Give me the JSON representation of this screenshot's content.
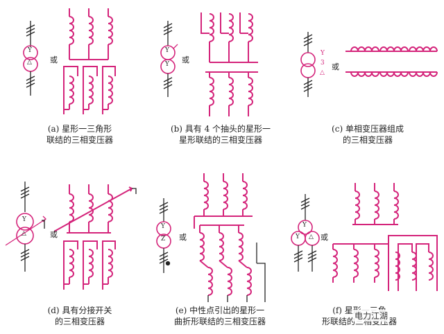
{
  "diagrams": [
    {
      "caption_line1": "(a) 星形一三角形",
      "caption_line2": "联结的三相变压器",
      "or_label": "或",
      "symbol_top": "Y",
      "symbol_bottom": "△"
    },
    {
      "caption_line1": "(b) 具有 4 个抽头的星形一",
      "caption_line2": "星形联结的三相变压器",
      "or_label": "或",
      "symbol_top": "Y",
      "symbol_bottom": "Y"
    },
    {
      "caption_line1": "(c) 单相变压器组成",
      "caption_line2": "的三相变压器",
      "or_label": "或",
      "symbol_top": "Y",
      "symbol_mid": "3",
      "symbol_bottom": "△"
    },
    {
      "caption_line1": "(d) 具有分接开关",
      "caption_line2": "的三相变压器",
      "or_label": "或",
      "symbol_top": "Y",
      "symbol_bottom": "△"
    },
    {
      "caption_line1": "(e) 中性点引出的星形一",
      "caption_line2": "曲折形联结的三相变压器",
      "or_label": "或",
      "symbol_top": "Y",
      "symbol_bottom": "Z"
    },
    {
      "caption_line1": "(f) 星形一三角",
      "caption_line2": "形联结的三相变压器",
      "or_label": "或",
      "symbol_top": "Y",
      "symbol_left": "Y",
      "symbol_right": "△"
    }
  ],
  "watermark": "电力江湖",
  "colors": {
    "winding": "#d4237a",
    "line": "#222222"
  }
}
